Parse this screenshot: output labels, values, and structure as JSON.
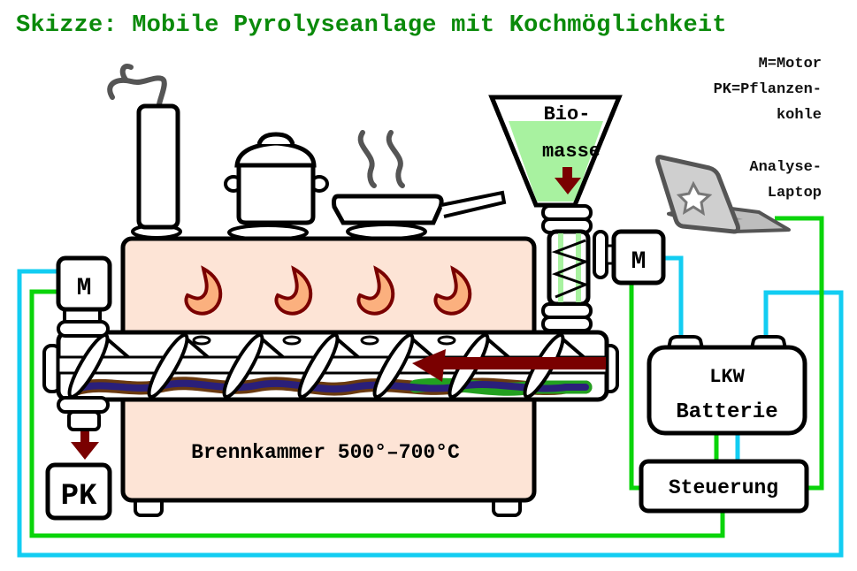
{
  "title": "Skizze: Mobile Pyrolyseanlage mit Kochmöglichkeit",
  "legend": {
    "line1": "M=Motor",
    "line2": "PK=Pflanzen-",
    "line3": "kohle"
  },
  "laptop": {
    "icon": "laptop-icon",
    "line1": "Analyse-",
    "line2": "Laptop"
  },
  "hopper": {
    "line1": "Bio-",
    "line2": "masse"
  },
  "motor_left": "M",
  "motor_right": "M",
  "output_box": "PK",
  "chamber_label": "Brennkammer 500°–700°C",
  "battery": {
    "line1": "LKW",
    "line2": "Batterie"
  },
  "controller": "Steuerung",
  "colors": {
    "title": "#0a8a0a",
    "chamber_fill": "#fde4d6",
    "flame_fill": "#fbb07e",
    "flame_stroke": "#7a0000",
    "arrow": "#7a0000",
    "biomass_fill": "#a8f2a0",
    "wire_blue": "#12cdf2",
    "wire_green": "#0ad40a",
    "steam": "#555555"
  }
}
